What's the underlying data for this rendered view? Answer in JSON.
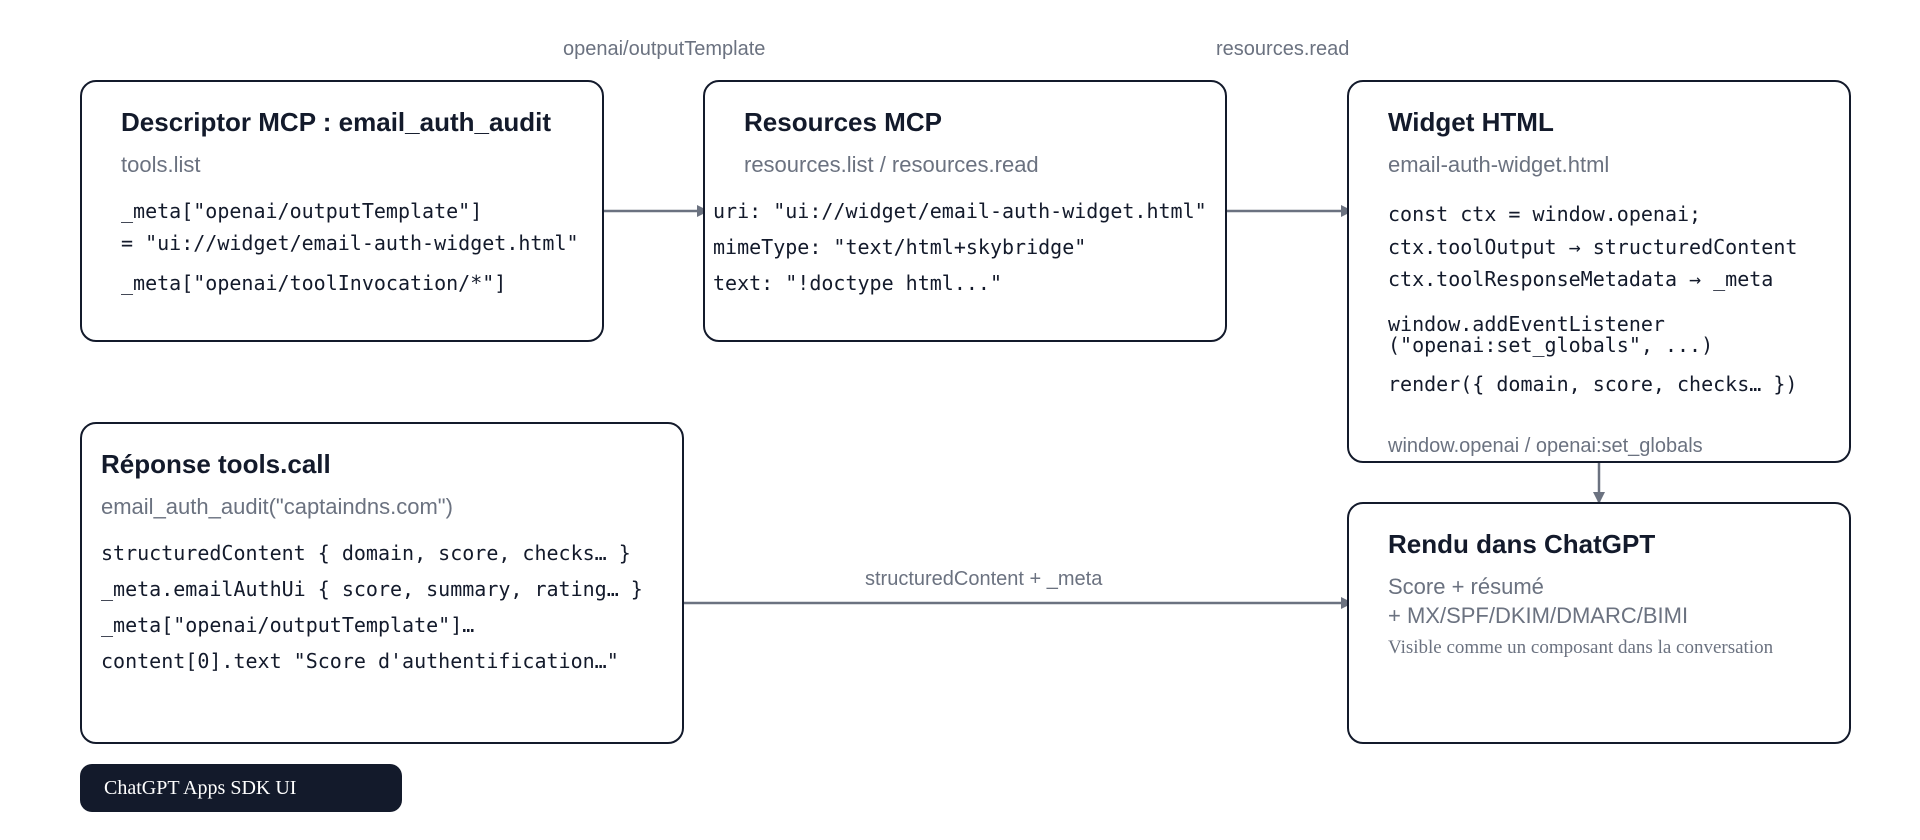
{
  "edges": {
    "output_template": "openai/outputTemplate",
    "resources_read": "resources.read",
    "structured_meta": "structuredContent + _meta",
    "globals": "window.openai / openai:set_globals"
  },
  "descriptor": {
    "title": "Descriptor MCP : email_auth_audit",
    "subtitle": "tools.list",
    "lines": [
      "_meta[\"openai/outputTemplate\"]",
      "= \"ui://widget/email-auth-widget.html\"",
      "_meta[\"openai/toolInvocation/*\"]"
    ]
  },
  "resources": {
    "title": "Resources MCP",
    "subtitle": "resources.list / resources.read",
    "lines": [
      "uri: \"ui://widget/email-auth-widget.html\"",
      "mimeType: \"text/html+skybridge\"",
      "text: \"!doctype html...\""
    ]
  },
  "widget": {
    "title": "Widget HTML",
    "subtitle": "email-auth-widget.html",
    "lines": [
      "const ctx = window.openai;",
      "ctx.toolOutput → structuredContent",
      "ctx.toolResponseMetadata → _meta",
      "window.addEventListener",
      "(\"openai:set_globals\", ...)",
      "render({ domain, score, checks… })"
    ]
  },
  "response": {
    "title": "Réponse tools.call",
    "subtitle": "email_auth_audit(\"captaindns.com\")",
    "lines": [
      "structuredContent { domain, score, checks… }",
      "_meta.emailAuthUi { score, summary, rating… }",
      "_meta[\"openai/outputTemplate\"]…",
      "content[0].text \"Score d'authentification…\""
    ]
  },
  "render": {
    "title": "Rendu dans ChatGPT",
    "subtitle_1": "Score + résumé",
    "subtitle_2": "+ MX/SPF/DKIM/DMARC/BIMI",
    "note": "Visible comme un composant dans la conversation"
  },
  "badge": {
    "label": "ChatGPT Apps SDK UI"
  },
  "colors": {
    "ink": "#131a2b",
    "muted": "#6b7280",
    "edge": "#6b7280",
    "background": "#ffffff"
  }
}
